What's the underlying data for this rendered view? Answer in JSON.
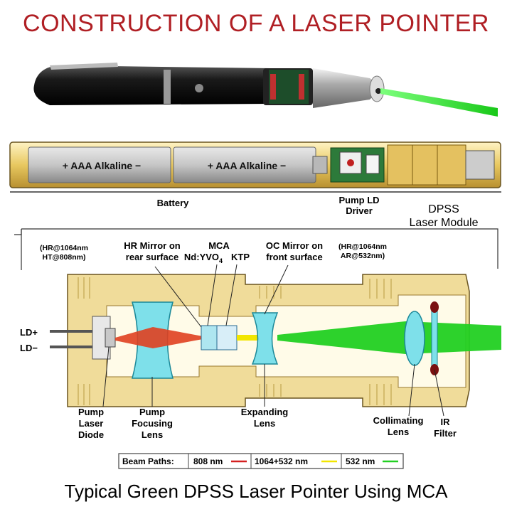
{
  "title": "CONSTRUCTION OF A LASER POINTER",
  "caption": "Typical Green DPSS Laser Pointer Using MCA",
  "pointer": {
    "label_module": "DPSS\nLaser Module"
  },
  "battery": {
    "cell1": "+ AAA Alkaline −",
    "cell2": "+ AAA Alkaline −",
    "label": "Battery",
    "driver_label_1": "Pump LD",
    "driver_label_2": "Driver",
    "module_label_1": "DPSS",
    "module_label_2": "Laser Module"
  },
  "labels": {
    "hr_left_1": "(HR@1064nm",
    "hr_left_2": "HT@808nm)",
    "hr_mirror_1": "HR Mirror on",
    "hr_mirror_2": "rear surface",
    "mca": "MCA",
    "ndyvo": "Nd:YVO",
    "ndyvo_sub": "4",
    "ktp": "KTP",
    "oc_mirror_1": "OC Mirror on",
    "oc_mirror_2": "front surface",
    "hr_right_1": "(HR@1064nm",
    "hr_right_2": "AR@532nm)",
    "ld_plus": "LD+",
    "ld_minus": "LD−",
    "pump_diode_1": "Pump",
    "pump_diode_2": "Laser",
    "pump_diode_3": "Diode",
    "pump_lens_1": "Pump",
    "pump_lens_2": "Focusing",
    "pump_lens_3": "Lens",
    "expanding_1": "Expanding",
    "expanding_2": "Lens",
    "collimating_1": "Collimating",
    "collimating_2": "Lens",
    "ir_1": "IR",
    "ir_2": "Filter"
  },
  "legend": {
    "title": "Beam Paths:",
    "items": [
      {
        "label": "808 nm",
        "color": "#d42020"
      },
      {
        "label": "1064+532 nm",
        "color": "#f2e600"
      },
      {
        "label": "532 nm",
        "color": "#22d022"
      }
    ]
  },
  "colors": {
    "brass": "#f0dc9a",
    "brass_dark": "#c9a94c",
    "lens": "#7ee0ea",
    "title_red": "#b01f24"
  }
}
